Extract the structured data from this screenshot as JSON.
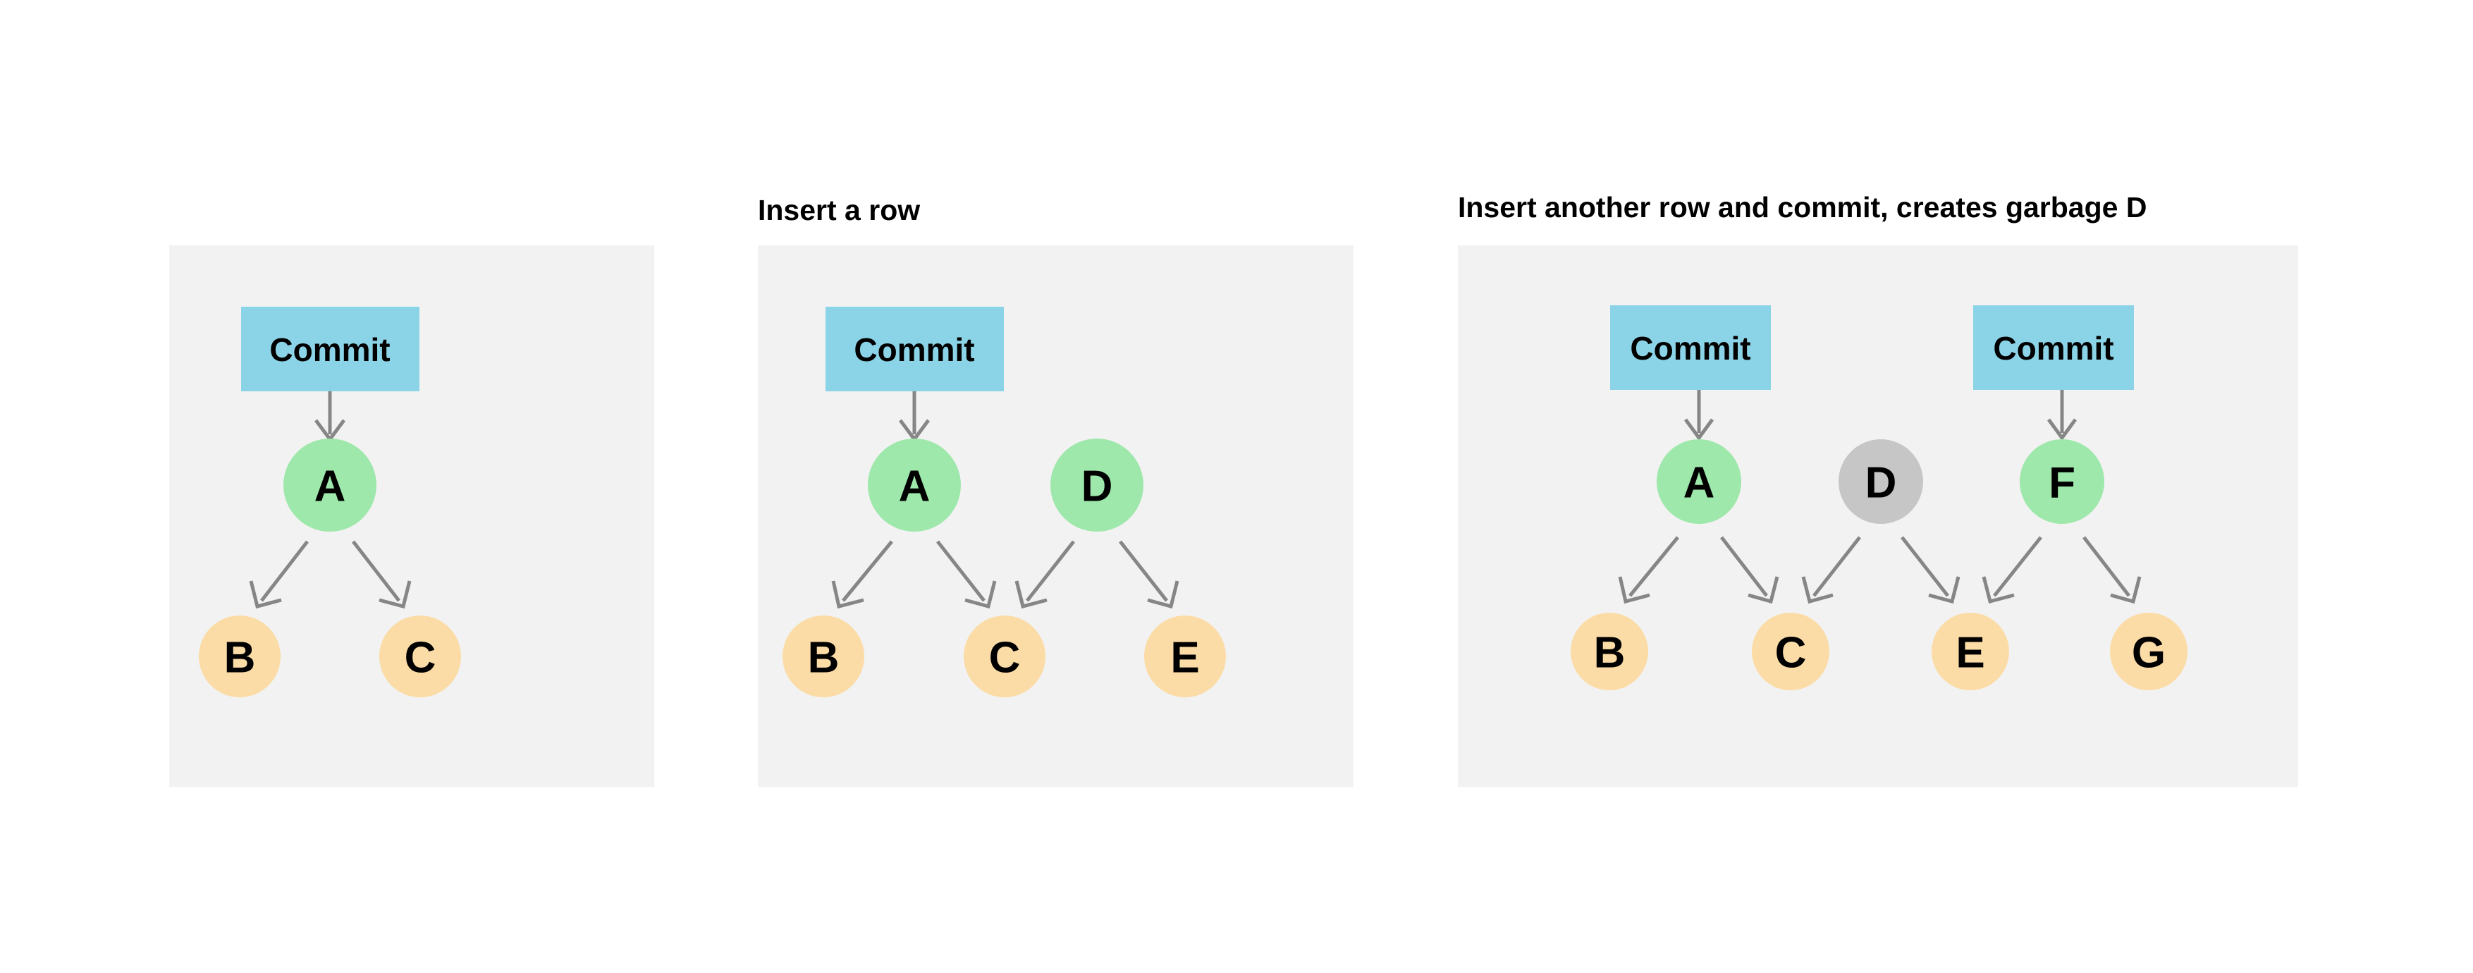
{
  "page": {
    "background_color": "#ffffff",
    "panel_background_color": "#f2f2f2",
    "node_colors": {
      "live": "#9ee8ab",
      "leaf": "#fbdca6",
      "garbage": "#c6c6c6",
      "commit": "#8bd3e6",
      "edge": "#868686",
      "text": "#000000"
    }
  },
  "panels": [
    {
      "id": "panel-1",
      "title": "",
      "commits": [
        {
          "label": "Commit",
          "id": "commit-1"
        }
      ],
      "nodes": [
        {
          "id": "A",
          "label": "A",
          "state": "live"
        },
        {
          "id": "B",
          "label": "B",
          "state": "leaf"
        },
        {
          "id": "C",
          "label": "C",
          "state": "leaf"
        }
      ],
      "edges": [
        {
          "from": "commit-1",
          "to": "A"
        },
        {
          "from": "A",
          "to": "B"
        },
        {
          "from": "A",
          "to": "C"
        }
      ]
    },
    {
      "id": "panel-2",
      "title": "Insert a row",
      "commits": [
        {
          "label": "Commit",
          "id": "commit-1"
        }
      ],
      "nodes": [
        {
          "id": "A",
          "label": "A",
          "state": "live"
        },
        {
          "id": "D",
          "label": "D",
          "state": "live"
        },
        {
          "id": "B",
          "label": "B",
          "state": "leaf"
        },
        {
          "id": "C",
          "label": "C",
          "state": "leaf"
        },
        {
          "id": "E",
          "label": "E",
          "state": "leaf"
        }
      ],
      "edges": [
        {
          "from": "commit-1",
          "to": "A"
        },
        {
          "from": "A",
          "to": "B"
        },
        {
          "from": "A",
          "to": "C"
        },
        {
          "from": "D",
          "to": "C"
        },
        {
          "from": "D",
          "to": "E"
        }
      ]
    },
    {
      "id": "panel-3",
      "title": "Insert another row and commit, creates garbage D",
      "commits": [
        {
          "label": "Commit",
          "id": "commit-1"
        },
        {
          "label": "Commit",
          "id": "commit-2"
        }
      ],
      "nodes": [
        {
          "id": "A",
          "label": "A",
          "state": "live"
        },
        {
          "id": "D",
          "label": "D",
          "state": "garbage"
        },
        {
          "id": "F",
          "label": "F",
          "state": "live"
        },
        {
          "id": "B",
          "label": "B",
          "state": "leaf"
        },
        {
          "id": "C",
          "label": "C",
          "state": "leaf"
        },
        {
          "id": "E",
          "label": "E",
          "state": "leaf"
        },
        {
          "id": "G",
          "label": "G",
          "state": "leaf"
        }
      ],
      "edges": [
        {
          "from": "commit-1",
          "to": "A"
        },
        {
          "from": "commit-2",
          "to": "F"
        },
        {
          "from": "A",
          "to": "B"
        },
        {
          "from": "A",
          "to": "C"
        },
        {
          "from": "D",
          "to": "C"
        },
        {
          "from": "D",
          "to": "E"
        },
        {
          "from": "F",
          "to": "E"
        },
        {
          "from": "F",
          "to": "G"
        }
      ]
    }
  ]
}
